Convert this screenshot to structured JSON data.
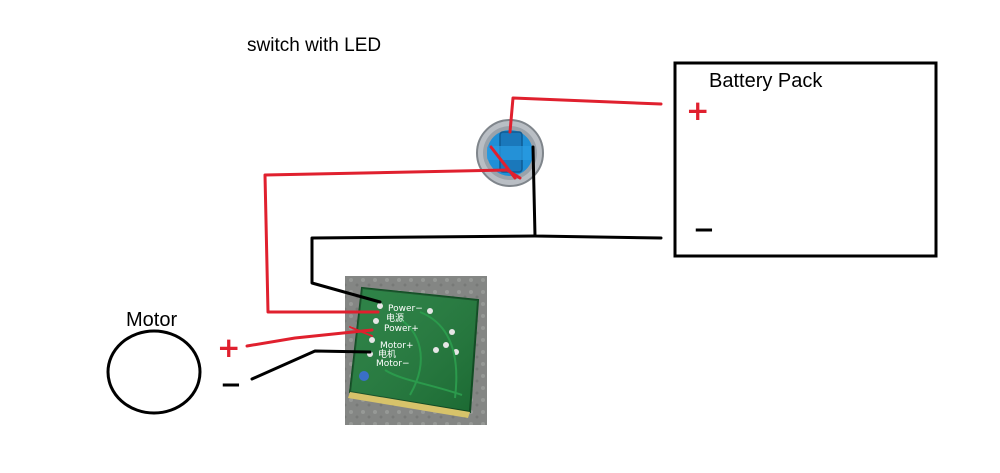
{
  "labels": {
    "switch": "switch with LED",
    "battery": "Battery Pack",
    "motor": "Motor",
    "battery_plus": "+",
    "battery_minus": "−",
    "motor_plus": "+",
    "motor_minus": "−"
  },
  "board_labels": {
    "power_minus": "Power−",
    "power_cn": "电源",
    "power_plus": "Power+",
    "motor_plus": "Motor+",
    "motor_cn": "电机",
    "motor_minus": "Motor−"
  },
  "colors": {
    "wire_positive": "#e0202e",
    "wire_negative": "#000000",
    "pcb_green": "#1f7a3a",
    "switch_blue": "#1f8fd6",
    "switch_ring": "#b9bec4",
    "background_photo": "#8a8c8a"
  },
  "icons": {
    "switch": "led-push-switch-icon",
    "board": "motor-controller-pcb-icon",
    "motor": "motor-circle-icon"
  }
}
